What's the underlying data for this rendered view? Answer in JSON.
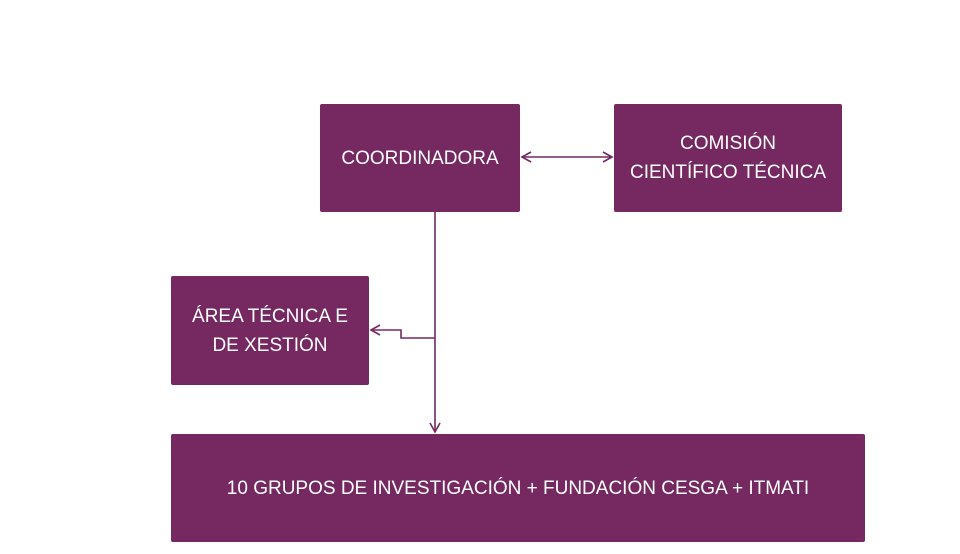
{
  "diagram": {
    "colors": {
      "box_fill": "#762961",
      "box_text": "#ffffff",
      "connector": "#762961",
      "background": "#ffffff"
    },
    "nodes": {
      "coordinadora": {
        "label": "COORDINADORA"
      },
      "comision": {
        "label": "COMISIÓN\nCIENTÍFICO TÉCNICA"
      },
      "area": {
        "label": "ÁREA TÉCNICA E\nDE XESTIÓN"
      },
      "grupos": {
        "label": "10 GRUPOS DE INVESTIGACIÓN + FUNDACIÓN CESGA + ITMATI"
      }
    },
    "edges": [
      {
        "from": "coordinadora",
        "to": "comision",
        "type": "bidirectional-arrow"
      },
      {
        "from": "coordinadora",
        "to": "grupos",
        "type": "arrow"
      },
      {
        "from": "coordinadora",
        "to": "area",
        "type": "elbow-arrow"
      }
    ]
  }
}
